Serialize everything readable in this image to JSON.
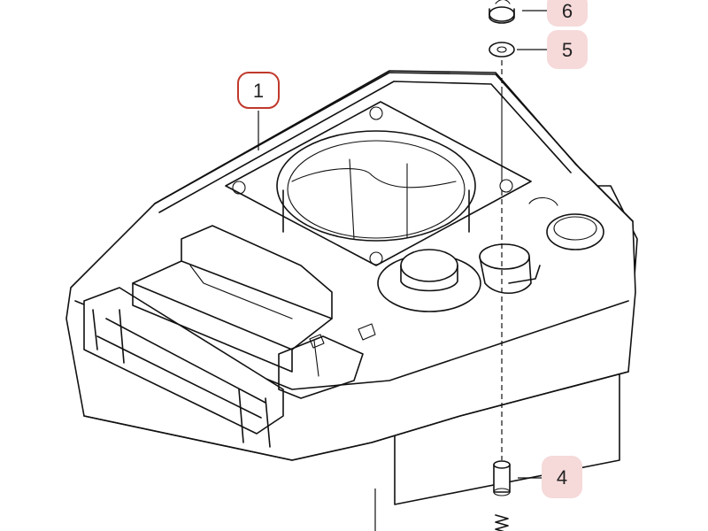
{
  "diagram": {
    "callouts": [
      {
        "id": "1",
        "label": "1",
        "highlight": "outlined"
      },
      {
        "id": "4",
        "label": "4",
        "highlight": "shaded"
      },
      {
        "id": "5",
        "label": "5",
        "highlight": "shaded"
      },
      {
        "id": "6",
        "label": "6",
        "highlight": "shaded"
      }
    ],
    "colors": {
      "line": "#111111",
      "callout_outline": "#c0392b",
      "callout_shade": "#f6d9d9",
      "watermark": "#d6eef4"
    }
  }
}
